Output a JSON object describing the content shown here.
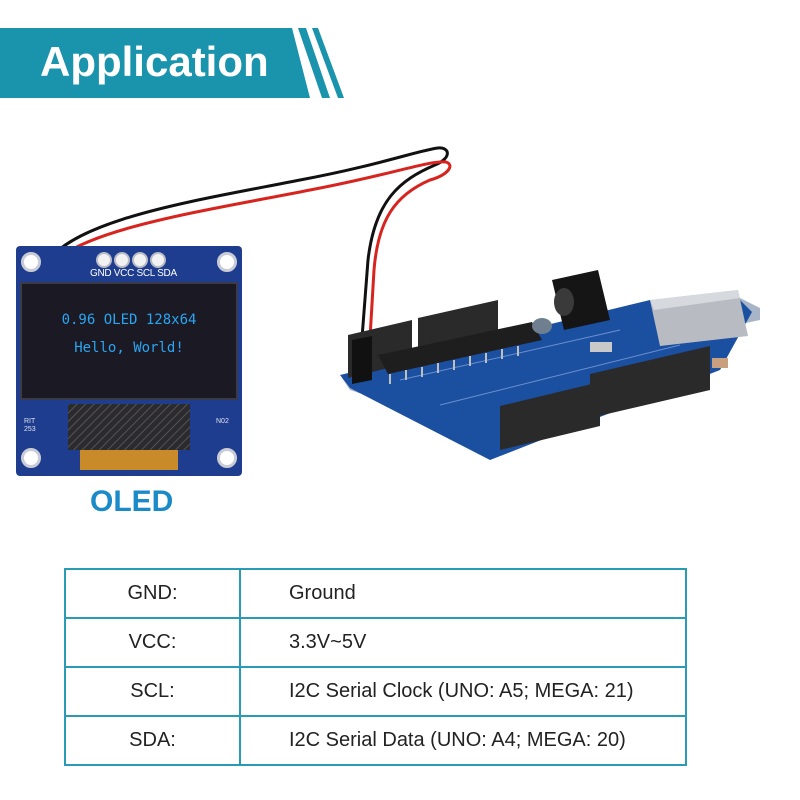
{
  "header": {
    "title": "Application",
    "color": "#1a93ad"
  },
  "oled": {
    "pin_labels": "GND VCC SCL SDA",
    "screen_line1": "0.96 OLED 128x64",
    "screen_line2": "Hello, World!",
    "caption": "OLED",
    "silk_left": "RIT\n253",
    "silk_right": "N02",
    "board_color": "#1f3d8f",
    "text_color": "#29a6f2"
  },
  "arduino": {
    "board_color": "#1b4fa0",
    "header_color": "#2a2a2a"
  },
  "pin_table": {
    "border_color": "#2a9bb4",
    "rows": [
      {
        "pin": "GND:",
        "description": "Ground"
      },
      {
        "pin": "VCC:",
        "description": "3.3V~5V"
      },
      {
        "pin": "SCL:",
        "description": "I2C Serial Clock (UNO: A5; MEGA: 21)"
      },
      {
        "pin": "SDA:",
        "description": "I2C Serial Data (UNO: A4; MEGA: 20)"
      }
    ]
  }
}
